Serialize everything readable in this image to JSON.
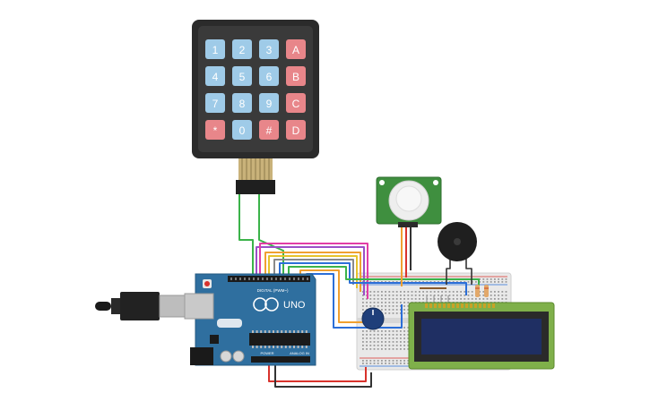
{
  "keypad": {
    "keys": [
      "1",
      "2",
      "3",
      "A",
      "4",
      "5",
      "6",
      "B",
      "7",
      "8",
      "9",
      "C",
      "*",
      "0",
      "#",
      "D"
    ],
    "colors": {
      "digit": "#9fcbe8",
      "letter": "#e8868a",
      "digit_text": "#ffffff",
      "letter_text": "#ffffff"
    }
  },
  "arduino": {
    "brand": "UNO",
    "header_digital": "DIGITAL (PWM~)",
    "header_power": "POWER",
    "header_analog": "ANALOG IN",
    "board_color": "#2f6f9f"
  },
  "lcd": {
    "screen_color": "#1f2f63",
    "bezel_color": "#7fb04a"
  },
  "pir": {
    "board_color": "#3f8f3f"
  },
  "wire_colors": {
    "green": "#3bb34a",
    "purple": "#9b4fc7",
    "orange": "#f0a030",
    "red": "#d8322c",
    "blue": "#2c6fd8",
    "yellow": "#e6c32c",
    "gray": "#8a8a8a",
    "black": "#333333",
    "pink": "#e23da6",
    "brown": "#8a5a2b"
  }
}
